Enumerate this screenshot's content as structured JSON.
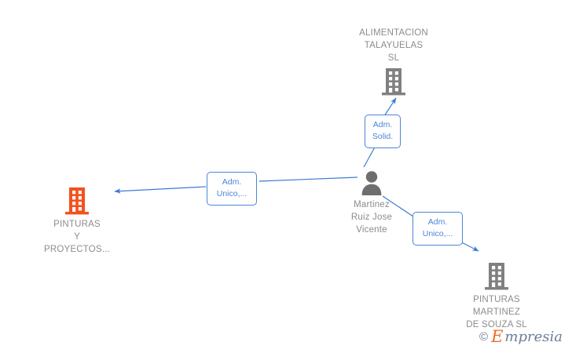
{
  "diagram": {
    "title": "Mercantile relationship graph",
    "background_color": "#ffffff",
    "edge_color": "#4a86d8",
    "company_color": "#808080",
    "highlight_color": "#f4511e",
    "text_color": "#8c8c8c"
  },
  "nodes": [
    {
      "id": "alimentacion-talayuelas",
      "type": "company",
      "icon": "building-icon",
      "label": "ALIMENTACION\nTALAYUELAS\nSL",
      "label_position": "above",
      "highlighted": false
    },
    {
      "id": "pinturas-y-proyectos",
      "type": "company",
      "icon": "building-icon",
      "label": "PINTURAS\nY\nPROYECTOS...",
      "label_position": "below",
      "highlighted": true
    },
    {
      "id": "martinez-ruiz-jose-vicente",
      "type": "person",
      "icon": "person-icon",
      "label": "Martinez\nRuiz Jose\nVicente",
      "label_position": "below",
      "highlighted": false
    },
    {
      "id": "pinturas-martinez-de-souza",
      "type": "company",
      "icon": "building-icon",
      "label": "PINTURAS\nMARTINEZ\nDE SOUZA SL",
      "label_position": "below",
      "highlighted": false
    }
  ],
  "edges": [
    {
      "id": "edge-to-alimentacion",
      "from": "martinez-ruiz-jose-vicente",
      "to": "alimentacion-talayuelas",
      "label": "Adm.\nSolid."
    },
    {
      "id": "edge-to-pinturas-y-proyectos",
      "from": "martinez-ruiz-jose-vicente",
      "to": "pinturas-y-proyectos",
      "label": "Adm.\nUnico,..."
    },
    {
      "id": "edge-to-pinturas-martinez",
      "from": "martinez-ruiz-jose-vicente",
      "to": "pinturas-martinez-de-souza",
      "label": "Adm.\nUnico,..."
    }
  ],
  "watermark": {
    "copyright": "©",
    "brand_initial": "E",
    "brand_rest": "mpresia"
  }
}
